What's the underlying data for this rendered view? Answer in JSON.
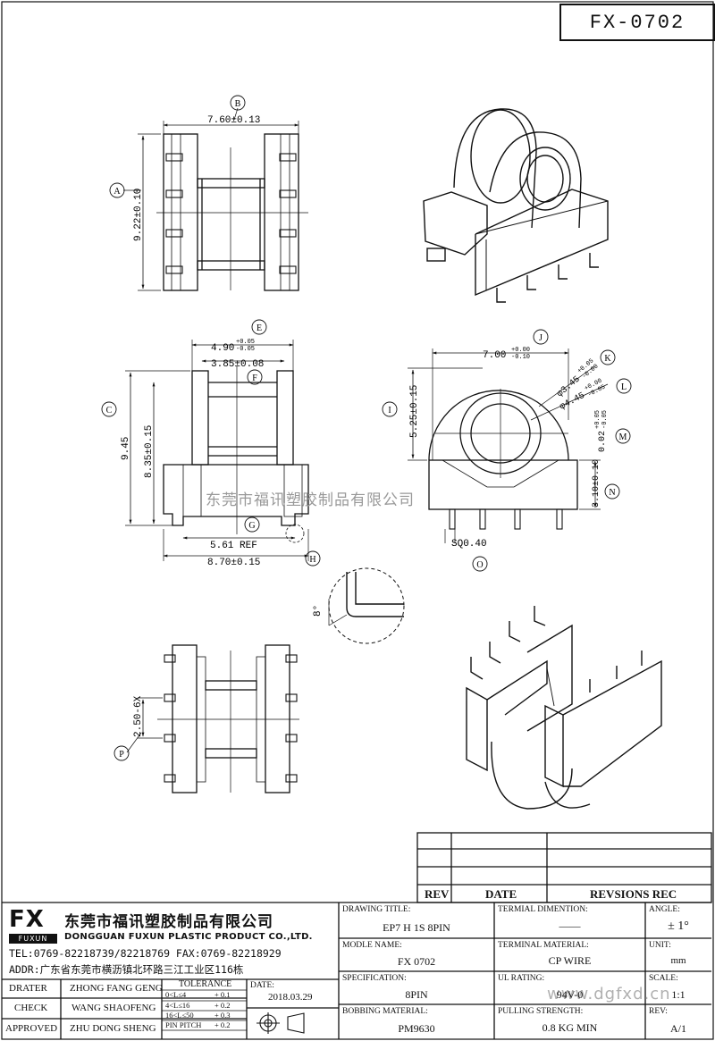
{
  "drawing_number": "FX-0702",
  "watermark_company": "东莞市福讯塑胶制品有限公司",
  "watermark_url": "www.dgfxd.cn",
  "dimensions": {
    "B": {
      "tag": "B",
      "text": "7.60±0.13"
    },
    "A": {
      "tag": "A",
      "text": "9.22±0.10"
    },
    "E": {
      "tag": "E",
      "text": "4.90",
      "sup": "+0.05",
      "sub": "-0.05"
    },
    "F": {
      "tag": "F",
      "text": "3.85±0.08"
    },
    "C": {
      "tag": "C",
      "text": "9.45"
    },
    "D": {
      "text": "8.35±0.15"
    },
    "G": {
      "tag": "G",
      "text": "5.61 REF"
    },
    "H": {
      "tag": "H",
      "text": "8.70±0.15"
    },
    "J": {
      "tag": "J",
      "text": "7.00",
      "sup": "+0.00",
      "sub": "-0.10"
    },
    "K": {
      "tag": "K",
      "text": "φ3.45",
      "sup": "+0.05",
      "sub": "-0.00"
    },
    "L": {
      "tag": "L",
      "text": "φ4.45",
      "sup": "+0.00",
      "sub": "-0.05"
    },
    "I": {
      "tag": "I",
      "text": "5.25±0.15"
    },
    "M": {
      "tag": "M",
      "text": "0.02",
      "sup": "+0.05",
      "sub": "-0.05"
    },
    "N": {
      "tag": "N",
      "text": "3.10±0.10"
    },
    "O": {
      "tag": "O",
      "text": "SQ0.40"
    },
    "P": {
      "tag": "P",
      "text": "2.50-6X"
    },
    "angle": {
      "text": "8°"
    }
  },
  "revision_table": {
    "headers": [
      "REV",
      "DATE",
      "REVSIONS REC"
    ]
  },
  "company": {
    "logo": "FX",
    "logo_sub": "FUXUN",
    "name_cn": "东莞市福讯塑胶制品有限公司",
    "name_en": "DONGGUAN FUXUN PLASTIC PRODUCT CO.,LTD.",
    "tel": "TEL:0769-82218739/82218769 FAX:0769-82218929",
    "addr": "ADDR:广东省东莞市横沥镇北环路三江工业区116栋"
  },
  "people": [
    {
      "role": "DRATER",
      "name": "ZHONG FANG GENG"
    },
    {
      "role": "CHECK",
      "name": "WANG SHAOFENG"
    },
    {
      "role": "APPROVED",
      "name": "ZHU DONG SHENG"
    }
  ],
  "tolerance": {
    "title": "TOLERANCE",
    "rows": [
      {
        "range": "0<L≤4",
        "tol": "+ 0.1"
      },
      {
        "range": "4<L≤16",
        "tol": "+ 0.2"
      },
      {
        "range": "16<L≤50",
        "tol": "+ 0.3"
      },
      {
        "range": "PIN PITCH",
        "tol": "+ 0.2"
      }
    ]
  },
  "date": {
    "label": "DATE:",
    "value": "2018.03.29"
  },
  "fields": {
    "drawing_title": {
      "label": "DRAWING TITLE:",
      "value": "EP7 H 1S 8PIN"
    },
    "terminal_dimention": {
      "label": "TERMIAL DIMENTION:",
      "value": "——"
    },
    "angle": {
      "label": "ANGLE:",
      "value": "± 1°"
    },
    "modle_name": {
      "label": "MODLE NAME:",
      "value": "FX 0702"
    },
    "terminal_material": {
      "label": "TERMINAL MATERIAL:",
      "value": "CP WIRE"
    },
    "unit": {
      "label": "UNIT:",
      "value": "mm"
    },
    "specification": {
      "label": "SPECIFICATION:",
      "value": "8PIN"
    },
    "ul_rating": {
      "label": "UL RATING:",
      "value": "94V-0"
    },
    "scale": {
      "label": "SCALE:",
      "value": "1:1"
    },
    "bobbing_material": {
      "label": "BOBBING MATERIAL:",
      "value": "PM9630"
    },
    "pulling_strength": {
      "label": "PULLING STRENGTH:",
      "value": "0.8 KG MIN"
    },
    "rev": {
      "label": "REV:",
      "value": "A/1"
    }
  }
}
